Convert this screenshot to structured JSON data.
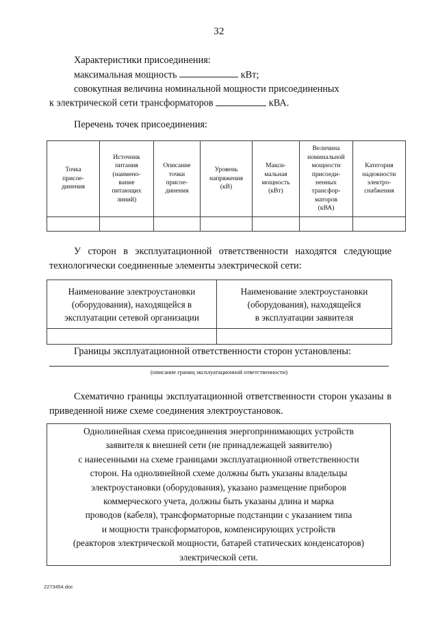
{
  "page": {
    "number": "32",
    "footer_filename": "2273454.doc"
  },
  "characteristics": {
    "heading": "Характеристики присоединения:",
    "line_max_power_prefix": "максимальная мощность",
    "line_max_power_suffix": "кВт;",
    "line_transformers_part1": "совокупная величина номинальной мощности присоединенных",
    "line_transformers_part2": "к электрической сети трансформаторов",
    "line_transformers_suffix": "кВА."
  },
  "points_section": {
    "heading": "Перечень точек присоединения:",
    "table": {
      "columns": [
        "Точка присое-динения",
        "Источник питания (наимено-вание питающих линий)",
        "Описание точки присое-динения",
        "Уровень напряжения (кВ)",
        "Макси-мальная мощность (кВт)",
        "Величина номинальной мощности присоеди-ненных трансфор-маторов (кВА)",
        "Категория надежности электро-снабжения"
      ],
      "column_lines": [
        [
          "Точка",
          "присое-",
          "динения"
        ],
        [
          "Источник",
          "питания",
          "(наимено-",
          "вание",
          "питающих",
          "линий)"
        ],
        [
          "Описание",
          "точки",
          "присое-",
          "динения"
        ],
        [
          "Уровень",
          "напряжения",
          "(кВ)"
        ],
        [
          "Макси-",
          "мальная",
          "мощность",
          "(кВт)"
        ],
        [
          "Величина",
          "номинальной",
          "мощности",
          "присоеди-",
          "ненных",
          "трансфор-",
          "маторов",
          "(кВА)"
        ],
        [
          "Категория",
          "надежности",
          "электро-",
          "снабжения"
        ]
      ],
      "empty_row_cells": [
        "",
        "",
        "",
        "",
        "",
        "",
        ""
      ]
    }
  },
  "responsibility_section": {
    "intro_paragraph": "У сторон в эксплуатационной ответственности находятся следующие технологически соединенные элементы электрической сети:",
    "table": {
      "columns": [
        "Наименование электроустановки (оборудования), находящейся в эксплуатации сетевой организации",
        "Наименование электроустановки (оборудования), находящейся в эксплуатации заявителя"
      ],
      "column_lines": [
        [
          "Наименование электроустановки",
          "(оборудования), находящейся в",
          "эксплуатации сетевой организации"
        ],
        [
          "Наименование электроустановки",
          "(оборудования), находящейся",
          "в эксплуатации заявителя"
        ]
      ],
      "empty_row_cells": [
        "",
        ""
      ]
    }
  },
  "borders_section": {
    "heading": "Границы эксплуатационной ответственности сторон установлены:",
    "caption": "(описание границ эксплуатационной ответственности)",
    "schematic_paragraph": "Схематично границы эксплуатационной ответственности сторон указаны в приведенной ниже схеме соединения электроустановок."
  },
  "schema_box": {
    "lines": [
      "Однолинейная схема присоединения энергопринимающих устройств",
      "заявителя к внешней сети (не принадлежащей заявителю)",
      "с нанесенными на схеме границами эксплуатационной ответственности",
      "сторон. На однолинейной схеме должны быть указаны владельцы",
      "электроустановки (оборудования), указано размещение приборов",
      "коммерческого учета, должны быть указаны длина и марка",
      "проводов (кабеля), трансформаторные подстанции с указанием типа",
      "и мощности трансформаторов, компенсирующих устройств",
      "(реакторов электрической мощности, батарей статических конденсаторов)",
      "электрической сети."
    ]
  },
  "colors": {
    "page_background": "#ffffff",
    "text": "#111111",
    "table_border": "#3a3a3a",
    "rule": "#2a2a2a"
  }
}
